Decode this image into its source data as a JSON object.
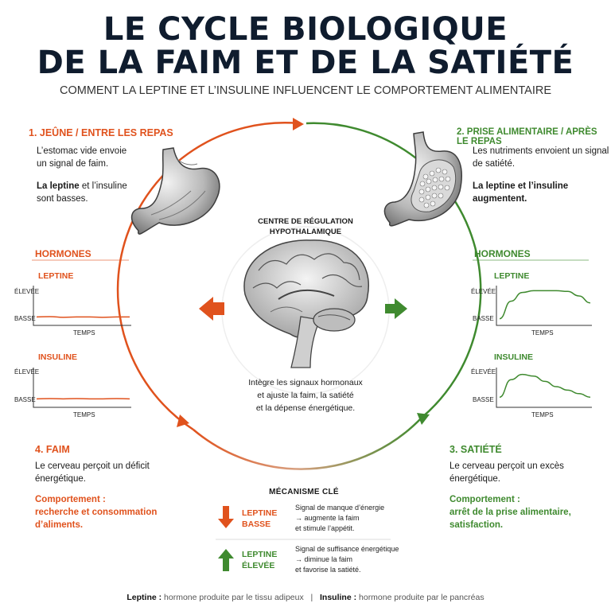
{
  "title_line1": "LE CYCLE BIOLOGIQUE",
  "title_line2": "DE LA FAIM ET DE LA SATIÉTÉ",
  "subtitle": "COMMENT LA LEPTINE ET L’INSULINE INFLUENCENT LE COMPORTEMENT ALIMENTAIRE",
  "phase1": {
    "title": "1. JEÛNE / ENTRE LES REPAS",
    "text1a": "L’estomac vide envoie",
    "text1b": "un signal de faim.",
    "text2_bold": "La leptine",
    "text2_rest": " et l’insuline",
    "text2b": "sont basses."
  },
  "phase2": {
    "title": "2. PRISE ALIMENTAIRE / APRÈS LE REPAS",
    "text1a": "Les nutriments envoient un signal",
    "text1b": "de satiété.",
    "text2a": "La leptine et l’insuline",
    "text2b": "augmentent."
  },
  "phase3": {
    "title": "3. SATIÉTÉ",
    "text1a": "Le cerveau perçoit un excès",
    "text1b": "énergétique.",
    "behavior_label": "Comportement :",
    "behavior_a": "arrêt de la prise alimentaire,",
    "behavior_b": "satisfaction."
  },
  "phase4": {
    "title": "4. FAIM",
    "text1a": "Le cerveau perçoit un déficit",
    "text1b": "énergétique.",
    "behavior_label": "Comportement :",
    "behavior_a": "recherche et consommation",
    "behavior_b": "d’aliments."
  },
  "hormones_left": {
    "title": "HORMONES",
    "chart1_label": "LEPTINE",
    "chart2_label": "INSULINE",
    "y_high": "ÉLEVÉE",
    "y_low": "BASSE",
    "x_label": "TEMPS"
  },
  "hormones_right": {
    "title": "HORMONES",
    "chart1_label": "LEPTINE",
    "chart2_label": "INSULINE",
    "y_high": "ÉLEVÉE",
    "y_low": "BASSE",
    "x_label": "TEMPS"
  },
  "center": {
    "title_a": "CENTRE DE RÉGULATION",
    "title_b": "HYPOTHALAMIQUE",
    "desc_a": "Intègre les signaux hormonaux",
    "desc_b": "et ajuste la faim, la satiété",
    "desc_c": "et la dépense énergétique."
  },
  "mechanism": {
    "title": "MÉCANISME CLÉ",
    "low_label_a": "LEPTINE",
    "low_label_b": "BASSE",
    "low_desc_a": "Signal de manque d’énergie",
    "low_desc_b": "→ augmente la faim",
    "low_desc_c": "et stimule l’appétit.",
    "high_label_a": "LEPTINE",
    "high_label_b": "ÉLEVÉE",
    "high_desc_a": "Signal de suffisance énergétique",
    "high_desc_b": "→ diminue la faim",
    "high_desc_c": "et favorise la satiété."
  },
  "footer": {
    "leptine_term": "Leptine :",
    "leptine_def": " hormone produite par le tissu adipeux",
    "separator": "|",
    "insuline_term": "Insuline :",
    "insuline_def": " hormone produite par le pancréas"
  },
  "colors": {
    "hunger": "#e0521d",
    "satiety": "#3f8a2f",
    "title": "#0f1c2e"
  },
  "chart_data": [
    {
      "type": "line",
      "title": "LEPTINE",
      "xlabel": "TEMPS",
      "ylabel": "",
      "y_ticks": [
        "BASSE",
        "ÉLEVÉE"
      ],
      "series": [
        {
          "values": [
            0.15,
            0.16,
            0.14,
            0.15,
            0.15,
            0.14,
            0.15,
            0.15
          ]
        }
      ]
    },
    {
      "type": "line",
      "title": "INSULINE",
      "xlabel": "TEMPS",
      "ylabel": "",
      "y_ticks": [
        "BASSE",
        "ÉLEVÉE"
      ],
      "series": [
        {
          "values": [
            0.15,
            0.16,
            0.15,
            0.16,
            0.15,
            0.15,
            0.16,
            0.15
          ]
        }
      ]
    },
    {
      "type": "line",
      "title": "LEPTINE",
      "xlabel": "TEMPS",
      "ylabel": "",
      "y_ticks": [
        "BASSE",
        "ÉLEVÉE"
      ],
      "series": [
        {
          "values": [
            0.1,
            0.6,
            0.85,
            0.9,
            0.9,
            0.9,
            0.88,
            0.75,
            0.55
          ]
        }
      ]
    },
    {
      "type": "line",
      "title": "INSULINE",
      "xlabel": "TEMPS",
      "ylabel": "",
      "y_ticks": [
        "BASSE",
        "ÉLEVÉE"
      ],
      "series": [
        {
          "values": [
            0.2,
            0.7,
            0.85,
            0.8,
            0.65,
            0.5,
            0.4,
            0.3,
            0.2
          ]
        }
      ]
    }
  ]
}
